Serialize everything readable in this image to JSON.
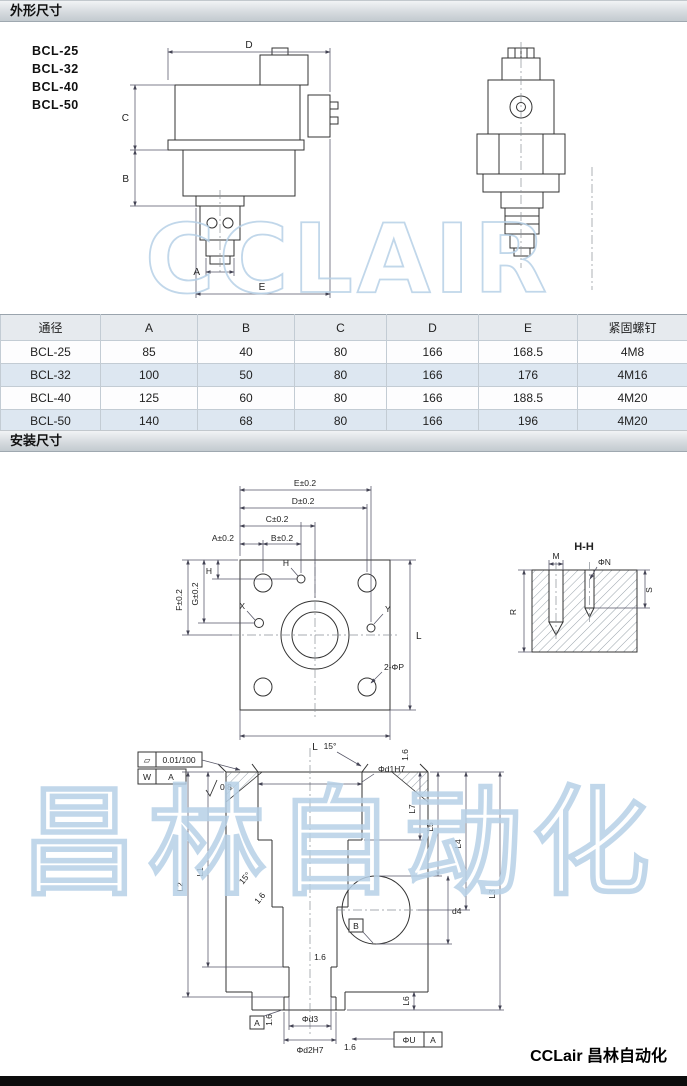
{
  "sections": {
    "outline_title": "外形尺寸",
    "install_title": "安装尺寸"
  },
  "watermarks": {
    "latin": "CCLAIR",
    "cjk": "昌林自动化"
  },
  "footer": {
    "brand": "CCLair 昌林自动化"
  },
  "models": [
    "BCL-25",
    "BCL-32",
    "BCL-40",
    "BCL-50"
  ],
  "outline_dims": {
    "d": "D",
    "c": "C",
    "b": "B",
    "a": "A",
    "e": "E"
  },
  "table": {
    "headers": [
      "通径",
      "A",
      "B",
      "C",
      "D",
      "E",
      "紧固螺钉"
    ],
    "rows": [
      [
        "BCL-25",
        "85",
        "40",
        "80",
        "166",
        "168.5",
        "4M8"
      ],
      [
        "BCL-32",
        "100",
        "50",
        "80",
        "166",
        "176",
        "4M16"
      ],
      [
        "BCL-40",
        "125",
        "60",
        "80",
        "166",
        "188.5",
        "4M20"
      ],
      [
        "BCL-50",
        "140",
        "68",
        "80",
        "166",
        "196",
        "4M20"
      ]
    ]
  },
  "plate": {
    "dim_a": "A±0.2",
    "dim_b": "B±0.2",
    "dim_c": "C±0.2",
    "dim_d": "D±0.2",
    "dim_e": "E±0.2",
    "dim_h": "H",
    "hole_h": "H",
    "dim_g": "G±0.2",
    "dim_f": "F±0.2",
    "dim_l_right": "L",
    "dim_l_bottom": "L",
    "holes_label": "2-ΦP",
    "pin_x": "X",
    "pin_y": "Y"
  },
  "section_hh": {
    "title": "H-H",
    "dim_m": "M",
    "dim_n": "ΦN",
    "dim_r": "R",
    "dim_s": "S"
  },
  "cavity": {
    "flatness_symbol": "▱",
    "flatness_value": "0.01/100",
    "frame_w": "W",
    "frame_w_datum": "A",
    "roughness": "0.8",
    "angle": "15°",
    "finish": "1.6",
    "dim_d1": "Φd1H7",
    "dim_l1": "L1",
    "dim_l2": "L2",
    "dim_l3": "L3",
    "dim_l4": "L4",
    "dim_l5": "L5",
    "dim_l6": "L6",
    "dim_l7": "L7",
    "dim_d4": "d4",
    "datum_a": "A",
    "datum_b": "B",
    "dim_d3": "Φd3",
    "dim_d2": "Φd2H7",
    "frame_u": "ΦU",
    "frame_u_datum": "A"
  }
}
